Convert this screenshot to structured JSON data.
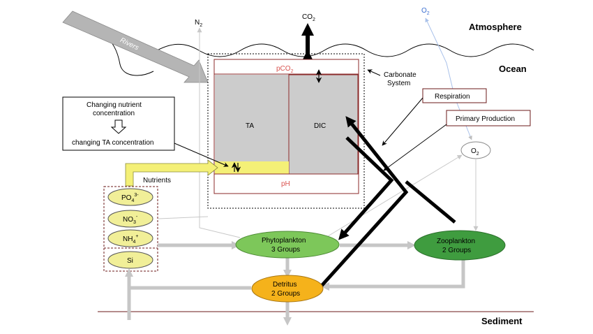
{
  "zones": {
    "atmosphere": "Atmosphere",
    "ocean": "Ocean",
    "sediment": "Sediment"
  },
  "rivers": "Rivers",
  "gases": {
    "n2": "N",
    "n2_sub": "2",
    "co2": "CO",
    "co2_sub": "2",
    "o2_atm": "O",
    "o2_atm_sub": "2",
    "o2_ocean": "O",
    "o2_ocean_sub": "2"
  },
  "carbonate": {
    "pco2": "pCO",
    "pco2_sub": "2",
    "ta": "TA",
    "dic": "DIC",
    "ph": "pH",
    "system_line1": "Carbonate",
    "system_line2": "System"
  },
  "callout": {
    "line1": "Changing nutrient",
    "line2": "concentration",
    "line3": "changing TA concentration"
  },
  "processes": {
    "respiration": "Respiration",
    "primary_production": "Primary Production"
  },
  "nutrients": {
    "title": "Nutrients",
    "po4": "PO",
    "po4_sub": "4",
    "po4_sup": "3-",
    "no3": "NO",
    "no3_sub": "3",
    "no3_sup": "-",
    "nh4": "NH",
    "nh4_sub": "4",
    "nh4_sup": "+",
    "si": "Si"
  },
  "biology": {
    "phyto_line1": "Phytoplankton",
    "phyto_line2": "3 Groups",
    "zoo_line1": "Zooplankton",
    "zoo_line2": "2 Groups",
    "detritus_line1": "Detritus",
    "detritus_line2": "2 Groups"
  },
  "colors": {
    "phyto": "#7dc75a",
    "zoo": "#3f9c3f",
    "detritus": "#f5b21b",
    "nutrient": "#f1ef98",
    "yellow_arrow": "#f4f077",
    "gray_box": "#cccccc",
    "gray_arrow": "#bdbdbd",
    "red_text": "#d9534f",
    "blue_text": "#3b6fd1"
  }
}
